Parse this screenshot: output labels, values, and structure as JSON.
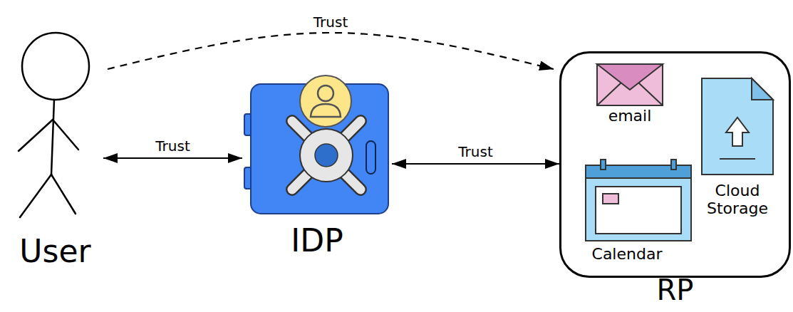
{
  "diagram": {
    "nodes": [
      {
        "text": [
          "User"
        ]
      },
      {
        "text": [
          "IDP"
        ]
      },
      {
        "text": [
          "RP"
        ]
      },
      {
        "text": [
          "email"
        ],
        "in": 2
      },
      {
        "text": [
          "Cloud Storage"
        ],
        "in": 2
      },
      {
        "text": [
          "Calendar"
        ],
        "in": 2
      }
    ],
    "edges": [
      {
        "from": 0,
        "to": 2,
        "label": "Trust",
        "arrow": "to"
      },
      {
        "from": 0,
        "to": 1,
        "label": "Trust",
        "arrow": "both"
      },
      {
        "from": 1,
        "to": 2,
        "label": "Trust",
        "arrow": "both"
      }
    ]
  }
}
